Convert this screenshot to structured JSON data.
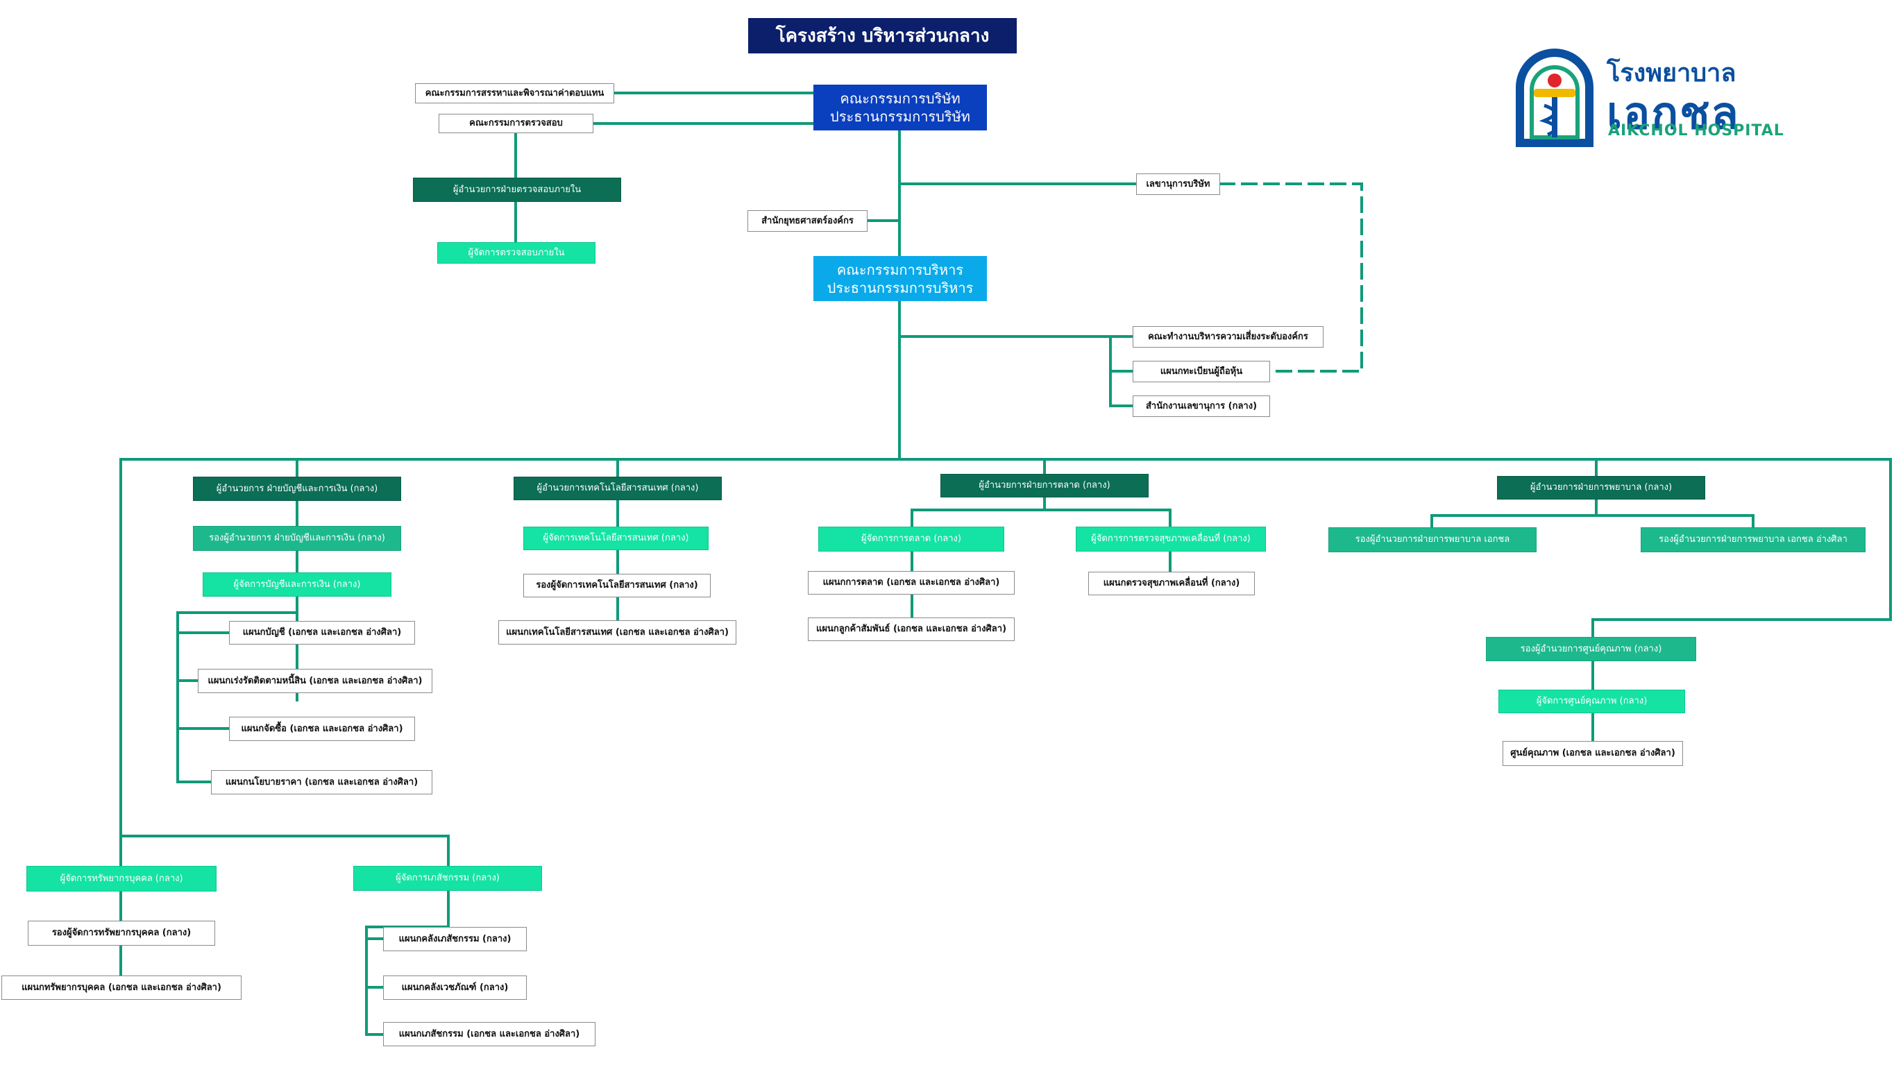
{
  "title": "โครงสร้าง บริหารส่วนกลาง",
  "logo": {
    "thai_line1": "โรงพยาบาล",
    "thai_line2": "เอกชล",
    "english": "AIKCHOL HOSPITAL"
  },
  "colors": {
    "line": "#109a79",
    "navy": "#0a3fbe",
    "sky": "#0aaaea",
    "dark_green": "#0b6e55",
    "mid_green": "#1db98c",
    "bright_green": "#14e3a4",
    "title_bar": "#0b1f6b",
    "logo_blue": "#0a4fa0",
    "logo_green": "#1aa37a"
  },
  "nodes": {
    "board": [
      "คณะกรรมการบริษัท",
      "ประธานกรรมการบริษัท"
    ],
    "nomination": "คณะกรรมการสรรหาและพิจารณาค่าตอบแทน",
    "audit_committee": "คณะกรรมการตรวจสอบ",
    "internal_audit_director": "ผู้อำนวยการฝ่ายตรวจสอบภายใน",
    "internal_audit_manager": "ผู้จัดการตรวจสอบภายใน",
    "company_secretary": "เลขานุการบริษัท",
    "strategy_office": "สำนักยุทธศาสตร์องค์กร",
    "executive_committee": [
      "คณะกรรมการบริหาร",
      "ประธานกรรมการบริหาร"
    ],
    "risk_working_group": "คณะทำงานบริหารความเสี่ยงระดับองค์กร",
    "shareholder_registry": "แผนกทะเบียนผู้ถือหุ้น",
    "secretary_office": "สำนักงานเลขานุการ (กลาง)",
    "finance_director": "ผู้อำนวยการ ฝ่ายบัญชีและการเงิน (กลาง)",
    "finance_deputy": "รองผู้อำนวยการ ฝ่ายบัญชีและการเงิน (กลาง)",
    "finance_manager": "ผู้จัดการบัญชีและการเงิน (กลาง)",
    "dept_accounting": "แผนกบัญชี (เอกชล และเอกชล อ่างศิลา)",
    "dept_collection": "แผนกเร่งรัดติดตามหนี้สิน (เอกชล และเอกชล อ่างศิลา)",
    "dept_procurement": "แผนกจัดซื้อ (เอกชล และเอกชล อ่างศิลา)",
    "dept_pricing": "แผนกนโยบายราคา (เอกชล และเอกชล อ่างศิลา)",
    "it_director": "ผู้อำนวยการเทคโนโลยีสารสนเทศ (กลาง)",
    "it_manager": "ผู้จัดการเทคโนโลยีสารสนเทศ (กลาง)",
    "it_deputy_manager": "รองผู้จัดการเทคโนโลยีสารสนเทศ (กลาง)",
    "dept_it": "แผนกเทคโนโลยีสารสนเทศ (เอกชล และเอกชล อ่างศิลา)",
    "marketing_director": "ผู้อำนวยการฝ่ายการตลาด (กลาง)",
    "marketing_manager": "ผู้จัดการการตลาด (กลาง)",
    "mobile_health_manager": "ผู้จัดการการตรวจสุขภาพเคลื่อนที่ (กลาง)",
    "dept_marketing": "แผนกการตลาด (เอกชล และเอกชล อ่างศิลา)",
    "dept_customer_relations": "แผนกลูกค้าสัมพันธ์ (เอกชล และเอกชล อ่างศิลา)",
    "dept_mobile_health": "แผนกตรวจสุขภาพเคลื่อนที่ (กลาง)",
    "nursing_director": "ผู้อำนวยการฝ่ายการพยาบาล (กลาง)",
    "nursing_deputy_aikchol": "รองผู้อำนวยการฝ่ายการพยาบาล เอกชล",
    "nursing_deputy_angsila": "รองผู้อำนวยการฝ่ายการพยาบาล เอกชล อ่างศิลา",
    "quality_deputy": "รองผู้อำนวยการศูนย์คุณภาพ (กลาง)",
    "quality_manager": "ผู้จัดการศูนย์คุณภาพ (กลาง)",
    "quality_center": "ศูนย์คุณภาพ (เอกชล และเอกชล อ่างศิลา)",
    "hr_manager": "ผู้จัดการทรัพยากรบุคคล (กลาง)",
    "hr_deputy_manager": "รองผู้จัดการทรัพยากรบุคคล (กลาง)",
    "dept_hr": "แผนกทรัพยากรบุคคล (เอกชล และเอกชล อ่างศิลา)",
    "pharmacy_manager": "ผู้จัดการเภสัชกรรม (กลาง)",
    "dept_drug_store": "แผนกคลังเภสัชกรรม (กลาง)",
    "dept_medical_supply": "แผนกคลังเวชภัณฑ์ (กลาง)",
    "dept_pharmacy": "แผนกเภสัชกรรม (เอกชล และเอกชล อ่างศิลา)"
  }
}
